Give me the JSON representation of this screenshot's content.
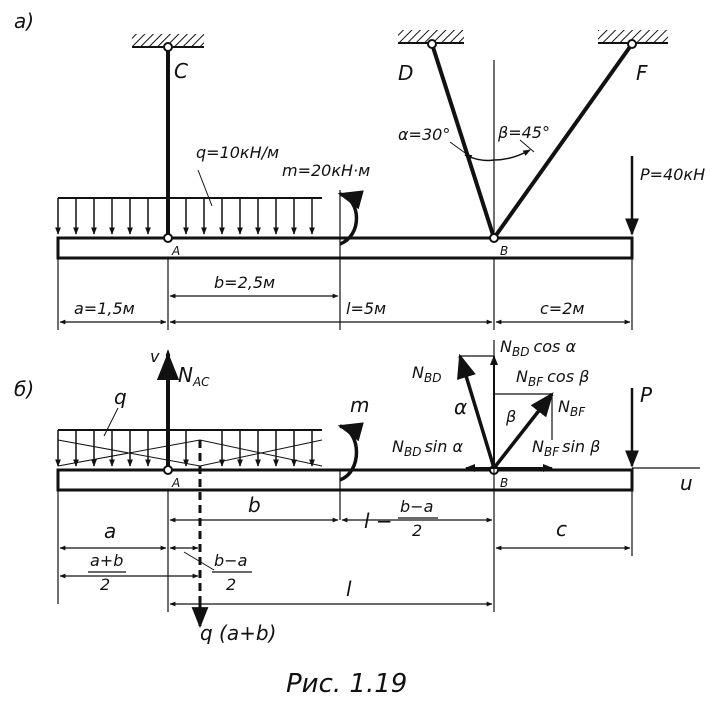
{
  "part_a": {
    "label": "а)",
    "point_C": "C",
    "point_D": "D",
    "point_F": "F",
    "point_A": "A",
    "point_B": "B",
    "load_q": "q=10кН/м",
    "moment_m": "m=20кН·м",
    "angle_alpha": "α=30°",
    "angle_beta": "β=45°",
    "force_P": "P=40кН",
    "dim_a": "a=1,5м",
    "dim_b": "b=2,5м",
    "dim_l": "l=5м",
    "dim_c": "c=2м"
  },
  "part_b": {
    "label": "б)",
    "axis_v": "v",
    "axis_u": "u",
    "N_AC": "N",
    "N_AC_sub": "AC",
    "N_BD": "N",
    "N_BD_sub": "BD",
    "N_BF": "N",
    "N_BF_sub": "BF",
    "N_BD_cos_N": "N",
    "N_BD_cos_sub": "BD",
    "N_BD_cos_tail": "cos α",
    "N_BF_cos_N": "N",
    "N_BF_cos_sub": "BF",
    "N_BF_cos_tail": "cos β",
    "N_BD_sin_N": "N",
    "N_BD_sin_sub": "BD",
    "N_BD_sin_tail": "sin α",
    "N_BF_sin_N": "N",
    "N_BF_sin_sub": "BF",
    "N_BF_sin_tail": "sin β",
    "alpha": "α",
    "beta": "β",
    "load_q": "q",
    "moment_m": "m",
    "force_P": "P",
    "point_A": "A",
    "point_B": "B",
    "dim_a": "a",
    "dim_b": "b",
    "dim_c": "c",
    "dim_l": "l",
    "dim_l_minus": "l −",
    "frac_bma_num": "b−a",
    "frac_bma_den": "2",
    "frac_apb_num": "a+b",
    "frac_apb_den": "2",
    "frac2_num": "b−a",
    "frac2_den": "2",
    "resultant": "q (a+b)"
  },
  "caption": "Рис. 1.19"
}
